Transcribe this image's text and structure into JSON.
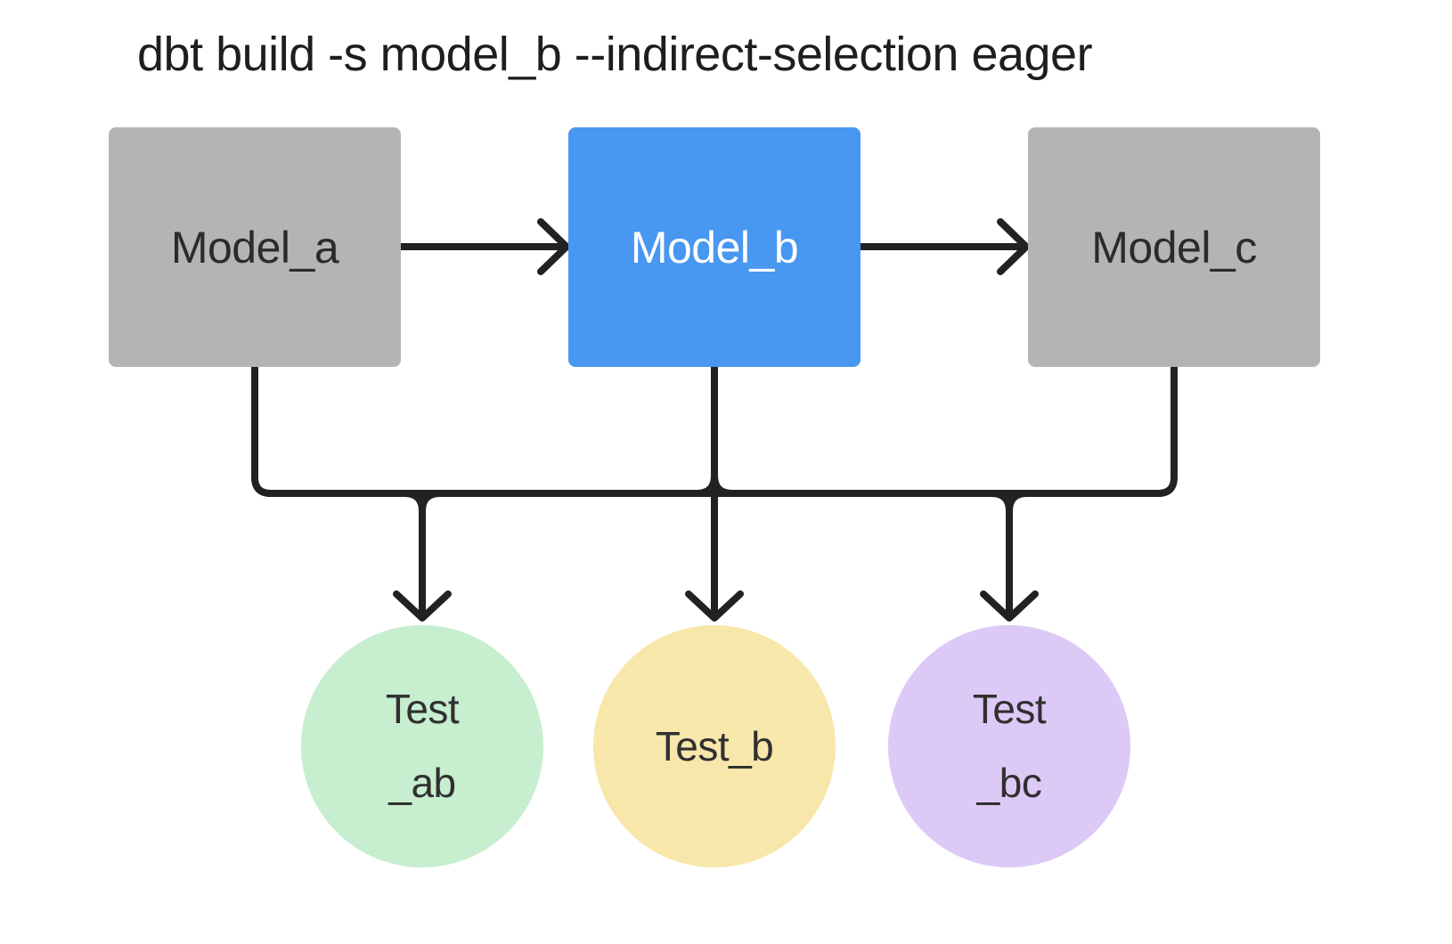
{
  "title": "dbt build -s model_b --indirect-selection eager",
  "colors": {
    "background": "#ffffff",
    "connector": "#222222",
    "model_default_fill": "#b4b4b4",
    "model_selected_fill": "#4897f0",
    "model_text_dark": "#2b2b2b",
    "model_text_light": "#ffffff",
    "test_ab_fill": "#c6eecf",
    "test_b_fill": "#f8e7ab",
    "test_bc_fill": "#ddc9f6",
    "title_text": "#1e1e1e"
  },
  "nodes": {
    "model_a": {
      "label": "Model_a",
      "fill": "#b4b4b4",
      "selected": false
    },
    "model_b": {
      "label": "Model_b",
      "fill": "#4897f0",
      "selected": true
    },
    "model_c": {
      "label": "Model_c",
      "fill": "#b4b4b4",
      "selected": false
    },
    "test_ab": {
      "label_line1": "Test",
      "label_line2": "_ab",
      "fill": "#c6eecf"
    },
    "test_b": {
      "label": "Test_b",
      "fill": "#f8e7ab"
    },
    "test_bc": {
      "label_line1": "Test",
      "label_line2": "_bc",
      "fill": "#ddc9f6"
    }
  },
  "edges": {
    "model_flow": [
      {
        "from": "Model_a",
        "to": "Model_b",
        "style": "arrow"
      },
      {
        "from": "Model_b",
        "to": "Model_c",
        "style": "arrow"
      }
    ],
    "test_flow": [
      {
        "from": "Model_a",
        "to": "Test_ab",
        "style": "arrow via shared bus"
      },
      {
        "from": "Model_b",
        "to": "Test_b",
        "style": "arrow via shared bus"
      },
      {
        "from": "Model_c",
        "to": "Test_bc",
        "style": "arrow via shared bus"
      }
    ]
  }
}
